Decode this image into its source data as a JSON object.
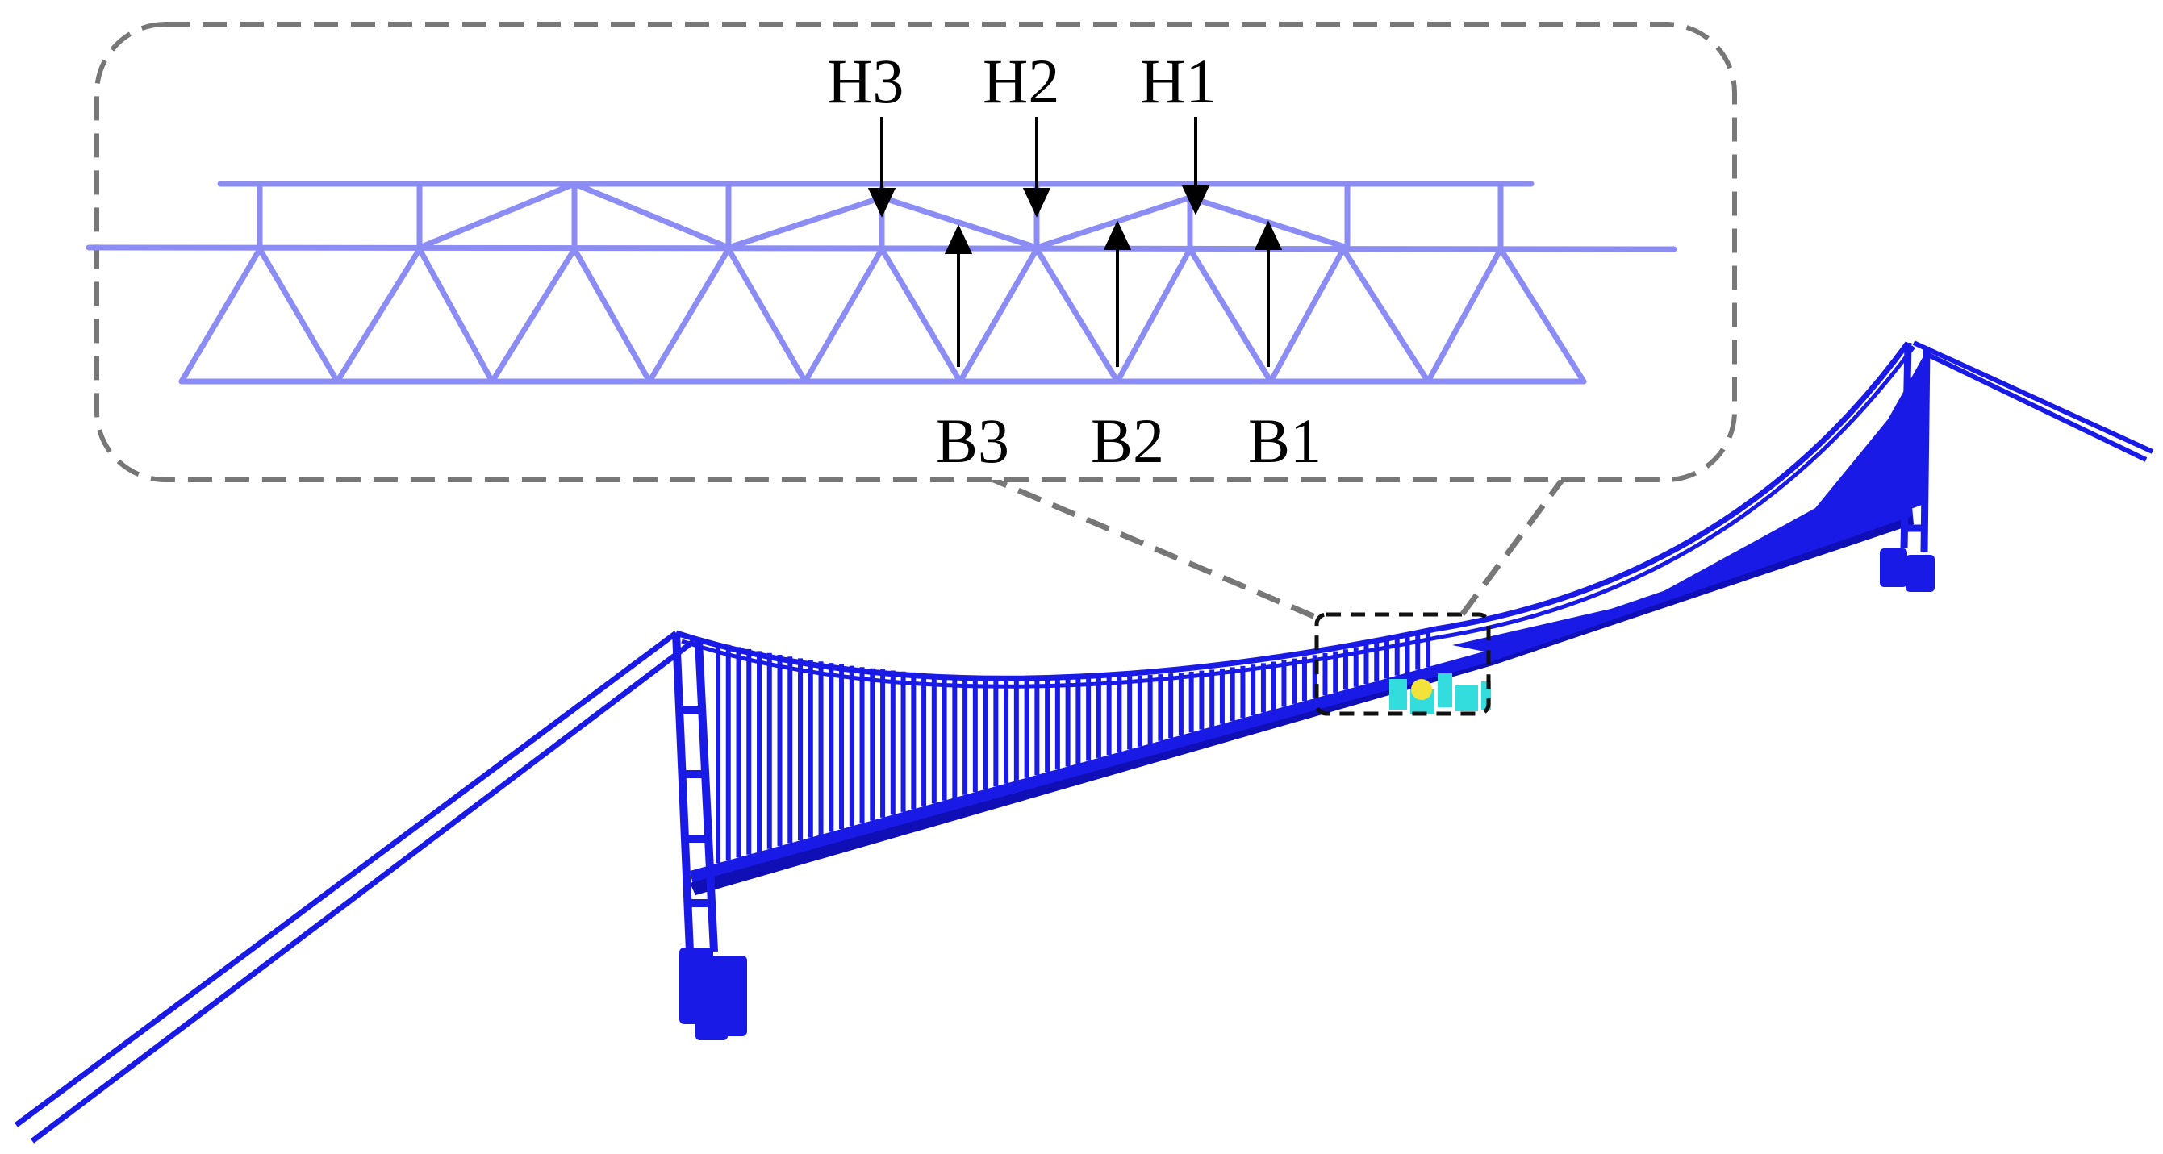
{
  "labels": {
    "top": [
      "H3",
      "H2",
      "H1"
    ],
    "bottom": [
      "B3",
      "B2",
      "B1"
    ]
  },
  "colors": {
    "bridge": "#1a1ae6",
    "truss": "#8c8cf5",
    "callout": "#777777",
    "detail_box": "#111111",
    "arrow": "#000000",
    "highlight_cyan": "#33dddd",
    "highlight_yellow": "#f2e23a"
  }
}
